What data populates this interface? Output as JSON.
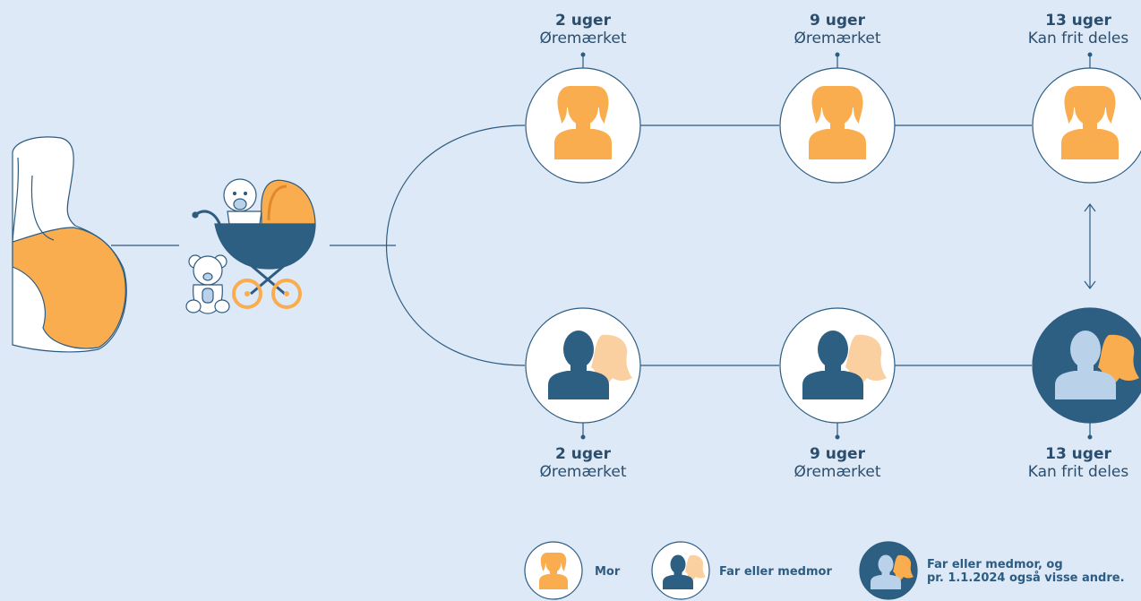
{
  "colors": {
    "background": "#dde9f6",
    "mother": "#f9ad4f",
    "partner": "#2d5f82",
    "partner_light": "#b9d2ea",
    "line": "#2d5c82"
  },
  "top_row": [
    {
      "weeks": "2 uger",
      "label": "Øremærket"
    },
    {
      "weeks": "9 uger",
      "label": "Øremærket"
    },
    {
      "weeks": "13 uger",
      "label": "Kan frit deles"
    }
  ],
  "bottom_row": [
    {
      "weeks": "2 uger",
      "label": "Øremærket"
    },
    {
      "weeks": "9 uger",
      "label": "Øremærket"
    },
    {
      "weeks": "13 uger",
      "label": "Kan frit deles"
    }
  ],
  "legend": {
    "mother": "Mor",
    "partner": "Far eller medmor",
    "partner_others_line1": "Far eller medmor, og",
    "partner_others_line2": "pr. 1.1.2024 også visse andre."
  }
}
